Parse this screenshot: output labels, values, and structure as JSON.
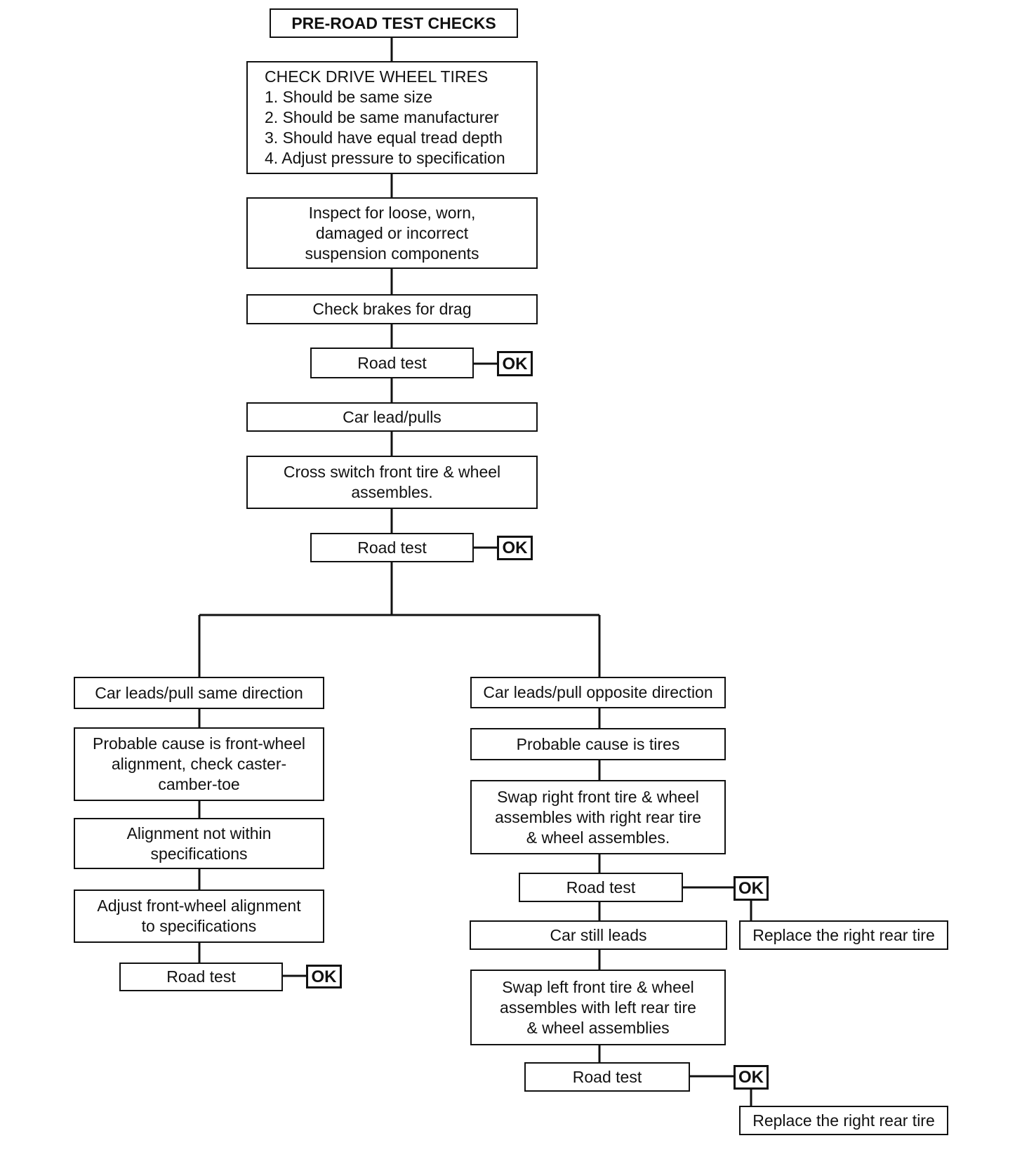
{
  "nodes": {
    "pre_road_test": {
      "lines": [
        "PRE-ROAD TEST CHECKS"
      ]
    },
    "check_tires": {
      "lines": [
        "CHECK DRIVE WHEEL TIRES",
        "1. Should be same size",
        "2. Should be same manufacturer",
        "3. Should have equal tread depth",
        "4. Adjust pressure to specification"
      ]
    },
    "inspect_suspension": {
      "lines": [
        "Inspect for loose, worn,",
        "damaged or incorrect",
        "suspension components"
      ]
    },
    "check_brakes": {
      "lines": [
        "Check brakes for drag"
      ]
    },
    "road_test_1": {
      "lines": [
        "Road test"
      ]
    },
    "ok_1": {
      "lines": [
        "OK"
      ]
    },
    "car_lead_pulls": {
      "lines": [
        "Car lead/pulls"
      ]
    },
    "cross_switch": {
      "lines": [
        "Cross switch front tire & wheel",
        "assembles."
      ]
    },
    "road_test_2": {
      "lines": [
        "Road test"
      ]
    },
    "ok_2": {
      "lines": [
        "OK"
      ]
    },
    "same_direction": {
      "lines": [
        "Car leads/pull same direction"
      ]
    },
    "cause_alignment": {
      "lines": [
        "Probable cause is front-wheel",
        "alignment, check caster-",
        "camber-toe"
      ]
    },
    "alignment_not_within": {
      "lines": [
        "Alignment not within",
        "specifications"
      ]
    },
    "adjust_alignment": {
      "lines": [
        "Adjust front-wheel alignment",
        "to specifications"
      ]
    },
    "road_test_3": {
      "lines": [
        "Road test"
      ]
    },
    "ok_3": {
      "lines": [
        "OK"
      ]
    },
    "opposite_direction": {
      "lines": [
        "Car leads/pull opposite direction"
      ]
    },
    "cause_tires": {
      "lines": [
        "Probable cause is tires"
      ]
    },
    "swap_right": {
      "lines": [
        "Swap right front tire & wheel",
        "assembles with right rear tire",
        "& wheel assembles."
      ]
    },
    "road_test_4": {
      "lines": [
        "Road test"
      ]
    },
    "ok_4": {
      "lines": [
        "OK"
      ]
    },
    "replace_rear_1": {
      "lines": [
        "Replace the right rear tire"
      ]
    },
    "car_still_leads": {
      "lines": [
        "Car still leads"
      ]
    },
    "swap_left": {
      "lines": [
        "Swap left front tire & wheel",
        "assembles with left rear tire",
        "& wheel assemblies"
      ]
    },
    "road_test_5": {
      "lines": [
        "Road test"
      ]
    },
    "ok_5": {
      "lines": [
        "OK"
      ]
    },
    "replace_rear_2": {
      "lines": [
        "Replace the right rear tire"
      ]
    }
  }
}
